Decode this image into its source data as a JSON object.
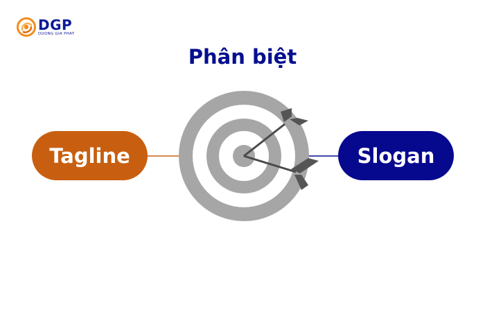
{
  "logo": {
    "name": "DGP",
    "subtitle": "DUONG GIA PHAT"
  },
  "title": "Phân biệt",
  "left_node": {
    "label": "Tagline"
  },
  "right_node": {
    "label": "Slogan"
  },
  "center_icon": "target-with-arrows-icon",
  "colors": {
    "title": "#050f8e",
    "tagline": "#c85f10",
    "slogan": "#06088e",
    "target_gray": "#a6a6a6",
    "arrow_dark": "#4a4a4a",
    "logo_blue": "#0c1a96",
    "logo_orange": "#f28c1e"
  }
}
